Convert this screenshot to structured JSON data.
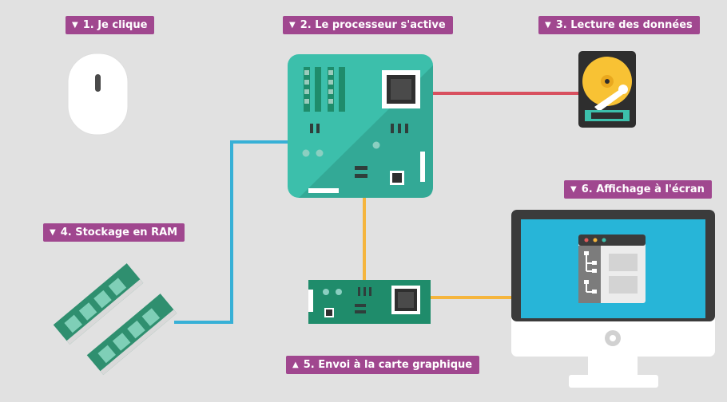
{
  "steps": [
    {
      "label": "1. Je clique",
      "arrow": "▼"
    },
    {
      "label": "2. Le processeur s'active",
      "arrow": "▼"
    },
    {
      "label": "3. Lecture des données",
      "arrow": "▼"
    },
    {
      "label": "4. Stockage en RAM",
      "arrow": "▼"
    },
    {
      "label": "5. Envoi à la carte graphique",
      "arrow": "▲"
    },
    {
      "label": "6. Affichage à l'écran",
      "arrow": "▼"
    }
  ],
  "icons": {
    "mouse": "computer-mouse-icon",
    "motherboard": "processor-board-icon",
    "hard_drive": "hard-drive-icon",
    "ram": "ram-modules-icon",
    "graphics_card": "graphics-card-icon",
    "monitor": "monitor-icon"
  },
  "colors": {
    "background": "#e1e1e1",
    "label": "#a0478f",
    "board_green": "#3cbfab",
    "pcb_green": "#1f8c6b",
    "wire_blue": "#37b0d6",
    "wire_red": "#d8505f",
    "wire_yellow": "#f5b53d",
    "screen_blue": "#27b5d8"
  }
}
